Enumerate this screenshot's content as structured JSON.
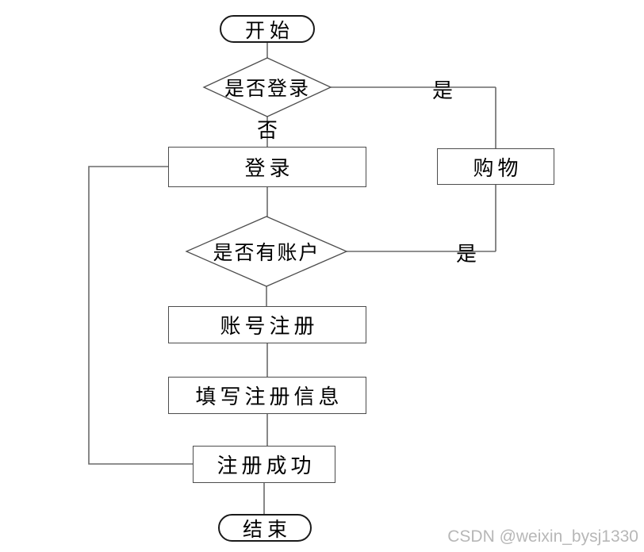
{
  "flowchart": {
    "nodes": {
      "start": {
        "label": "开始"
      },
      "login_check": {
        "label": "是否登录"
      },
      "login": {
        "label": "登录"
      },
      "shopping": {
        "label": "购物"
      },
      "account_check": {
        "label": "是否有账户"
      },
      "register": {
        "label": "账号注册"
      },
      "fill_info": {
        "label": "填写注册信息"
      },
      "register_success": {
        "label": "注册成功"
      },
      "end": {
        "label": "结束"
      }
    },
    "edge_labels": {
      "login_yes": "是",
      "login_no": "否",
      "account_yes": "是"
    }
  },
  "watermark": {
    "text": "CSDN @weixin_bysj1330"
  },
  "colors": {
    "background": "#ffffff",
    "connector": "#6a6a6a",
    "process_border": "#4d4d4d",
    "terminator_border": "#1a1a1a",
    "text": "#000000",
    "watermark_text": "#b7b7b7"
  }
}
